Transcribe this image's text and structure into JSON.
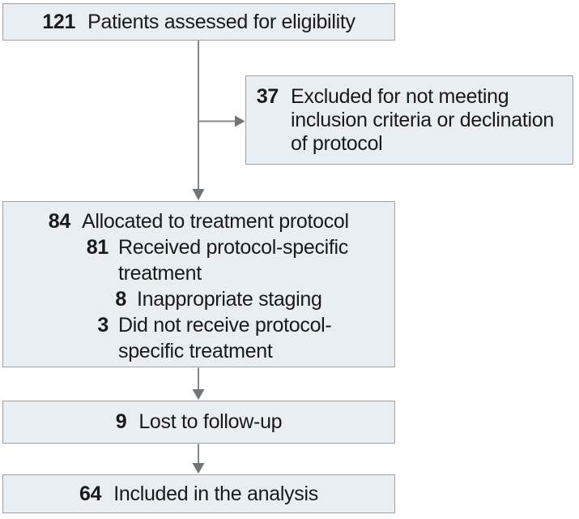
{
  "colors": {
    "background": "#ffffff",
    "box_fill": "#e8eef2",
    "box_border": "#9aa2a7",
    "arrow_line": "#82888c",
    "arrow_head": "#6f757a",
    "text": "#1a1a1a"
  },
  "boxes": {
    "assessed": {
      "count": "121",
      "label": "Patients assessed for eligibility"
    },
    "excluded": {
      "count": "37",
      "lines": [
        "Excluded for not meeting",
        "inclusion criteria or declination",
        "of protocol"
      ]
    },
    "allocated": {
      "count": "84",
      "label": "Allocated to treatment protocol",
      "sub": [
        {
          "count": "81",
          "lines": [
            "Received protocol-specific",
            "treatment"
          ]
        },
        {
          "count": "8",
          "lines": [
            "Inappropriate staging"
          ]
        },
        {
          "count": "3",
          "lines": [
            "Did not receive protocol-",
            "specific treatment"
          ]
        }
      ]
    },
    "lost": {
      "count": "9",
      "label": "Lost to follow-up"
    },
    "analysis": {
      "count": "64",
      "label": "Included in the analysis"
    }
  }
}
